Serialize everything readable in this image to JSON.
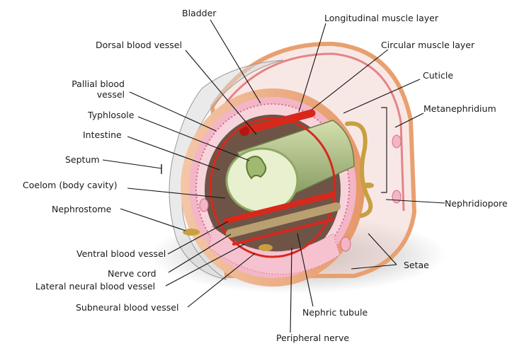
{
  "labels": {
    "bladder": "Bladder",
    "longitudinal_muscle": "Longitudinal muscle layer",
    "dorsal_blood_vessel": "Dorsal blood vessel",
    "circular_muscle": "Circular muscle layer",
    "pallial_blood_vessel_1": "Pallial blood",
    "pallial_blood_vessel_2": "vessel",
    "cuticle": "Cuticle",
    "typhlosole": "Typhlosole",
    "metanephridium": "Metanephridium",
    "intestine": "Intestine",
    "septum": "Septum",
    "coelom": "Coelom (body cavity)",
    "nephridiopore": "Nephridiopore",
    "nephrostome": "Nephrostome",
    "ventral_blood_vessel": "Ventral blood vessel",
    "setae": "Setae",
    "nerve_cord": "Nerve cord",
    "lateral_neural_blood_vessel": "Lateral neural blood vessel",
    "subneural_blood_vessel": "Subneural blood vessel",
    "nephric_tubule": "Nephric tubule",
    "peripheral_nerve": "Peripheral nerve"
  },
  "colors": {
    "cuticle": "#e8a070",
    "muscle": "#f0b8c8",
    "vessel": "#d8281c",
    "intestine": "#b8c898",
    "coelom_shade": "#6b5040",
    "nephridium": "#c8a040"
  }
}
